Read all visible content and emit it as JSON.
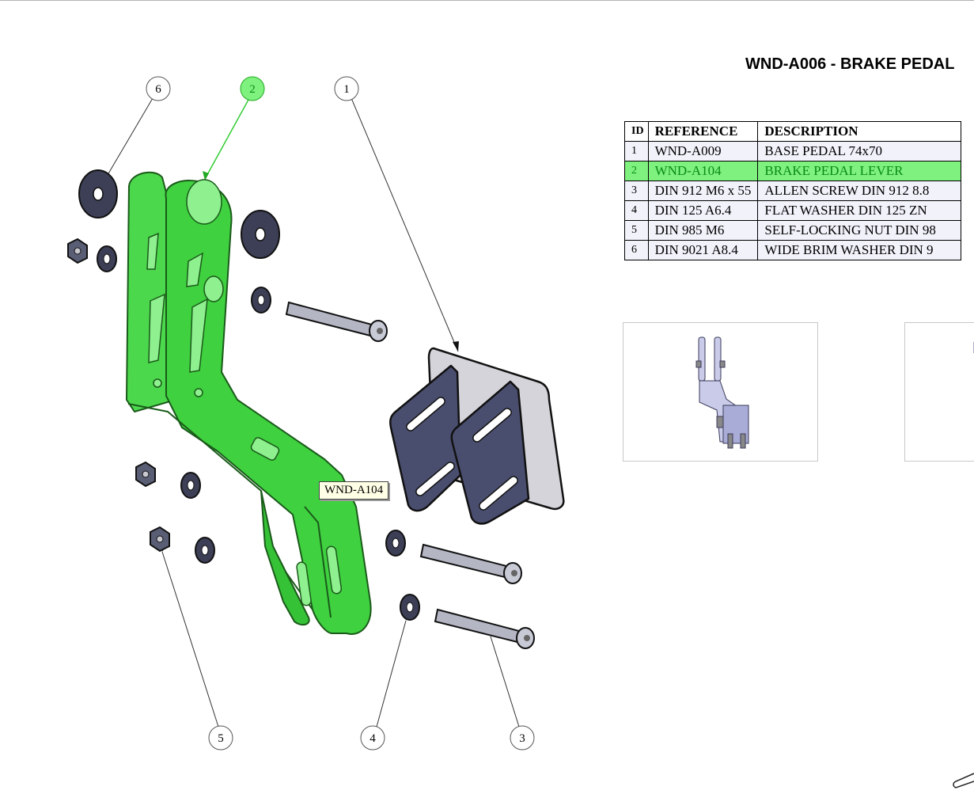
{
  "title": "WND-A006 - BRAKE PEDAL",
  "bom": {
    "headers": {
      "id": "ID",
      "reference": "REFERENCE",
      "description": "DESCRIPTION"
    },
    "rows": [
      {
        "id": "1",
        "reference": "WND-A009",
        "description": "BASE PEDAL 74x70"
      },
      {
        "id": "2",
        "reference": "WND-A104",
        "description": "BRAKE PEDAL LEVER"
      },
      {
        "id": "3",
        "reference": "DIN 912 M6 x 55",
        "description": "ALLEN SCREW DIN 912 8.8"
      },
      {
        "id": "4",
        "reference": "DIN 125 A6.4",
        "description": "FLAT WASHER DIN 125 ZN"
      },
      {
        "id": "5",
        "reference": "DIN 985 M6",
        "description": "SELF-LOCKING NUT DIN 98"
      },
      {
        "id": "6",
        "reference": "DIN 9021 A8.4",
        "description": "WIDE BRIM WASHER DIN 9"
      }
    ]
  },
  "highlight_id": "2",
  "highlight_color": "#7ef17e",
  "part_color": "#3fd13f",
  "balloons": [
    {
      "label": "6"
    },
    {
      "label": "2"
    },
    {
      "label": "1"
    },
    {
      "label": "5"
    },
    {
      "label": "4"
    },
    {
      "label": "3"
    }
  ],
  "hover_tag": "WND-A104",
  "thumbnails": [
    {
      "icon": "assembly-thumbnail-front"
    },
    {
      "icon": "assembly-thumbnail-side"
    }
  ]
}
